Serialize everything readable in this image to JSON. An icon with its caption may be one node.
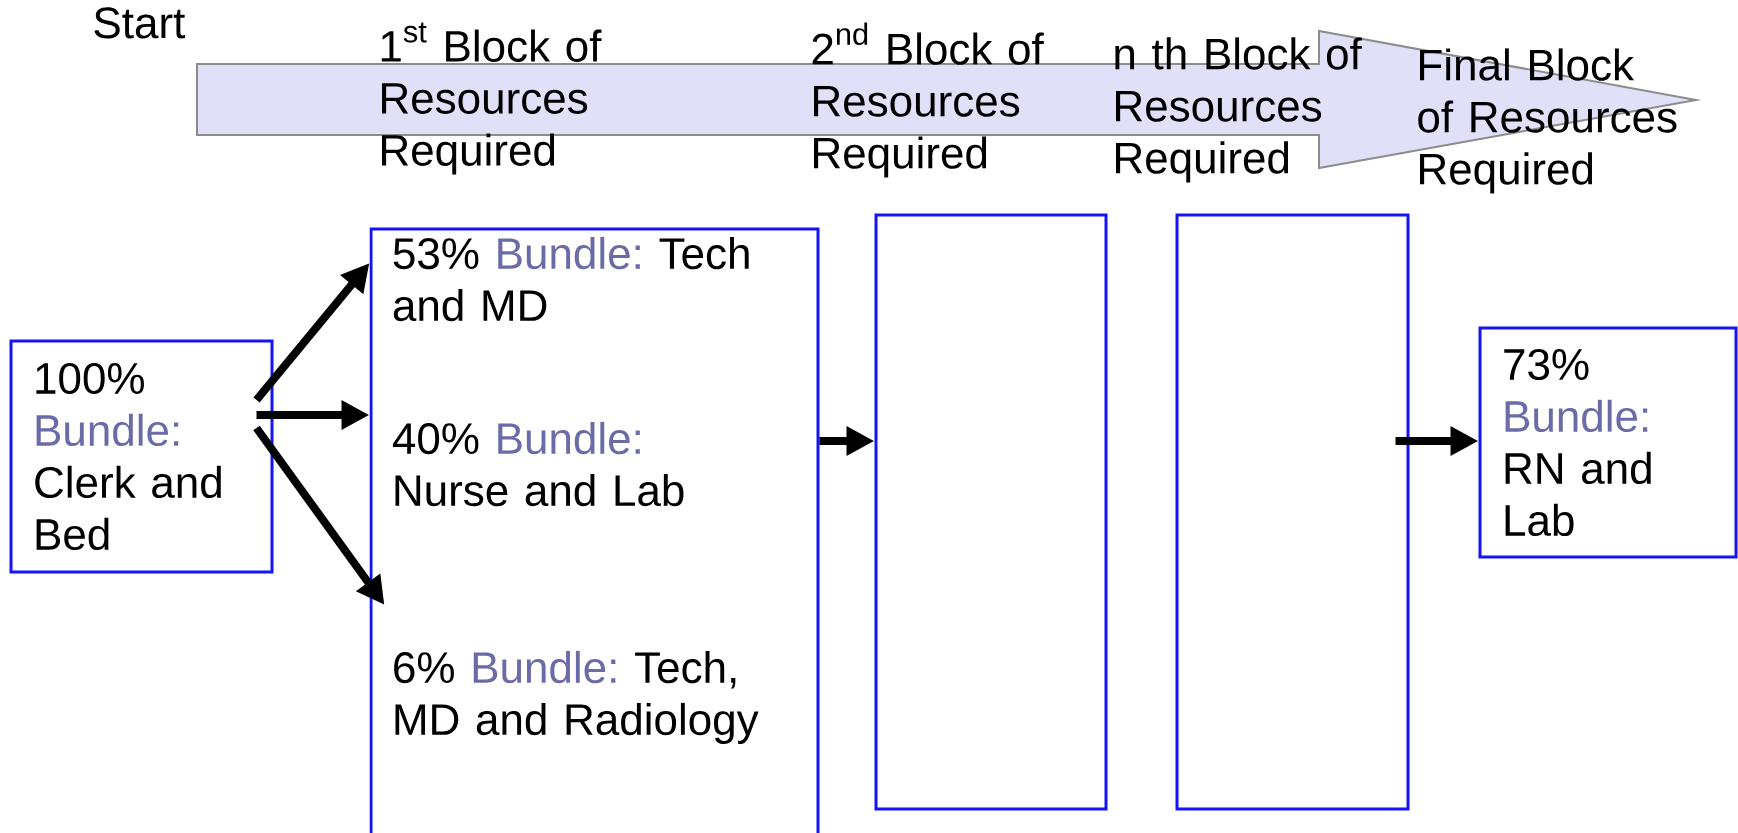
{
  "diagram": {
    "nodes": [
      {
        "text": [
          "100%",
          "Bundle:",
          "Clerk and Bed"
        ]
      },
      {
        "text": [],
        "shape": "box"
      },
      {
        "text": [
          "53%",
          "Bundle:",
          "Tech and MD"
        ],
        "in": 1
      },
      {
        "text": [
          "40%",
          "Bundle:",
          "Nurse and Lab"
        ],
        "in": 1
      },
      {
        "text": [
          "6%",
          "Bundle:",
          "Tech, MD and Radiology"
        ],
        "in": 1
      },
      {
        "text": [],
        "shape": "box"
      },
      {
        "text": [],
        "shape": "box"
      },
      {
        "text": [
          "73%",
          "Bundle:",
          "RN and Lab"
        ]
      }
    ],
    "edges": [
      {
        "from": 0,
        "to": 2,
        "arrow": "to"
      },
      {
        "from": 0,
        "to": 3,
        "arrow": "to"
      },
      {
        "from": 0,
        "to": 4,
        "arrow": "to"
      },
      {
        "from": 1,
        "to": 5,
        "arrow": "to"
      },
      {
        "from": 6,
        "to": 7,
        "arrow": "to"
      }
    ],
    "labels": [
      "Start",
      "\\text{1}^{\\text{st}}",
      "Block of Resources Required",
      "\\text{2}^{\\text{nd}}",
      "Block of Resources Required",
      "n th Block of Resources Required",
      "Final Block of Resources Required"
    ]
  }
}
